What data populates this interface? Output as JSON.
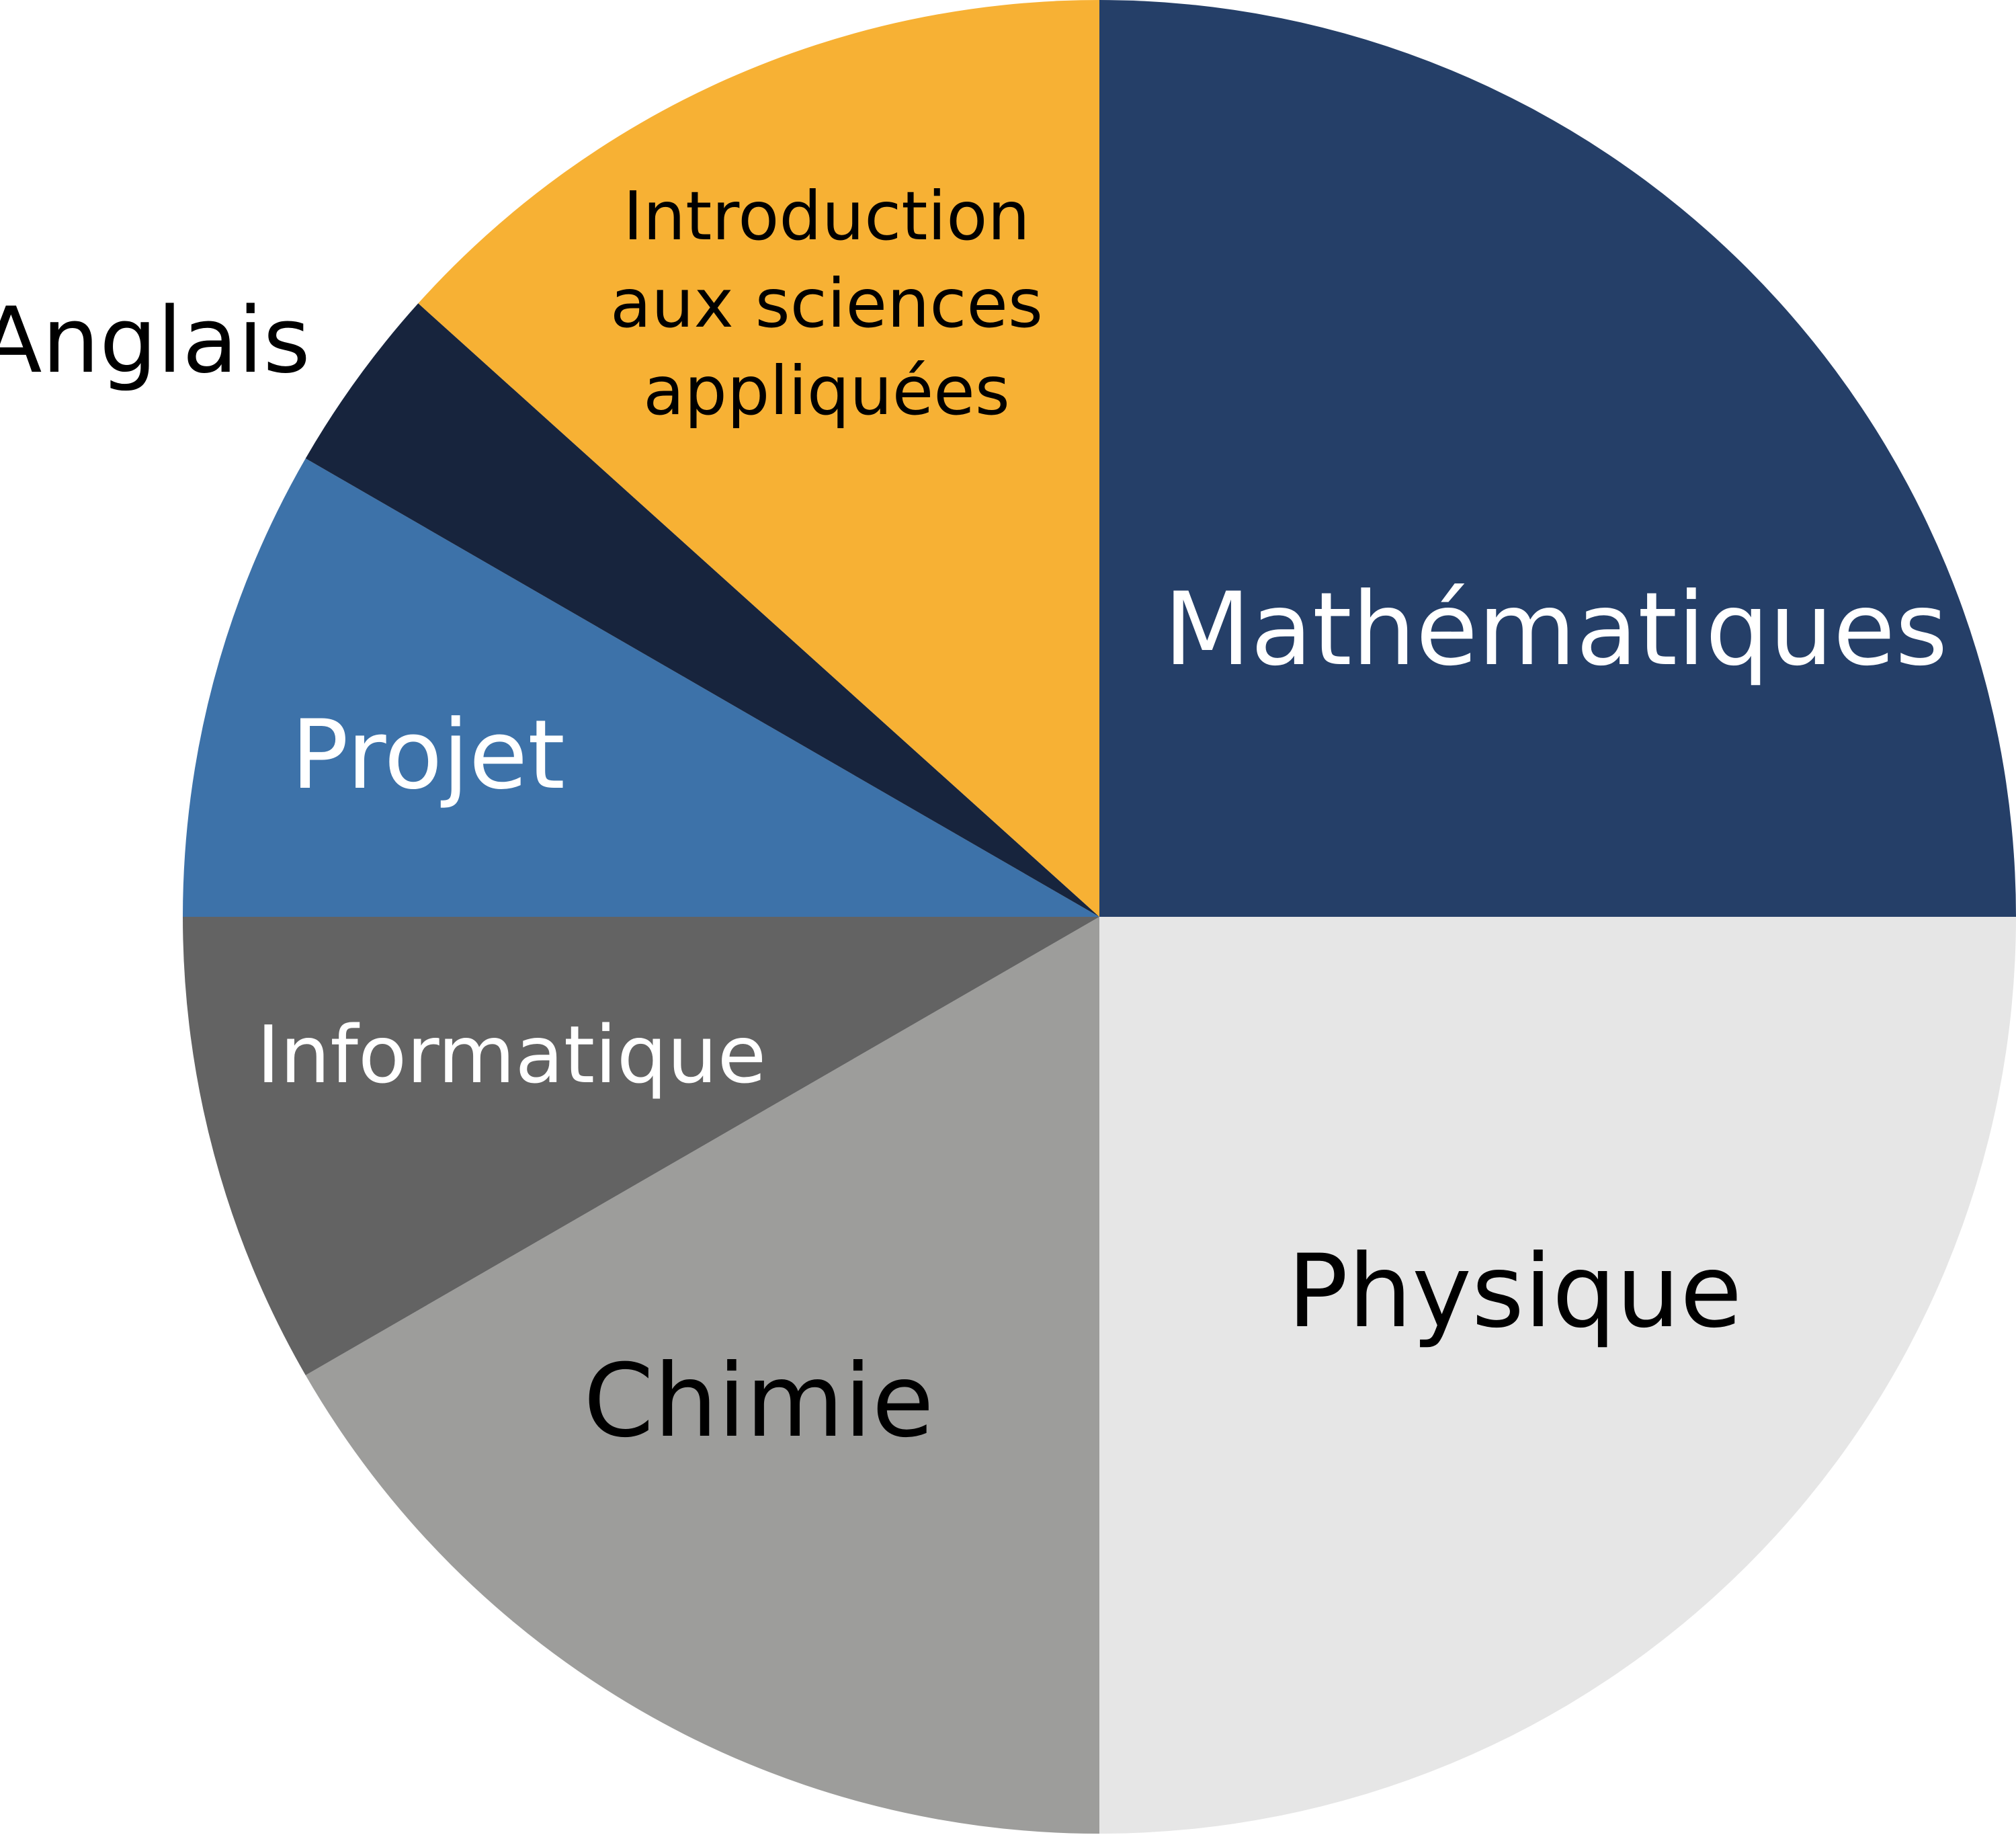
{
  "chart_data": {
    "type": "pie",
    "title": "",
    "start": "top",
    "direction": "clockwise",
    "slices": [
      {
        "label": "Mathématiques",
        "value": 15,
        "color": "#253f68",
        "text_color": "#ffffff"
      },
      {
        "label": "Physique",
        "value": 15,
        "color": "#e6e6e6",
        "text_color": "#000000"
      },
      {
        "label": "Chimie",
        "value": 10,
        "color": "#9d9d9b",
        "text_color": "#000000"
      },
      {
        "label": "Informatique",
        "value": 5,
        "color": "#636363",
        "text_color": "#ffffff"
      },
      {
        "label": "Projet",
        "value": 5,
        "color": "#3d72a9",
        "text_color": "#ffffff"
      },
      {
        "label": "Anglais",
        "value": 2,
        "color": "#17243d",
        "text_color": "#000000"
      },
      {
        "label": "Introduction aux sciences appliquées",
        "lines": [
          "Introduction",
          "aux sciences",
          "appliquées"
        ],
        "value": 8,
        "color": "#f7b134",
        "text_color": "#000000"
      }
    ]
  }
}
